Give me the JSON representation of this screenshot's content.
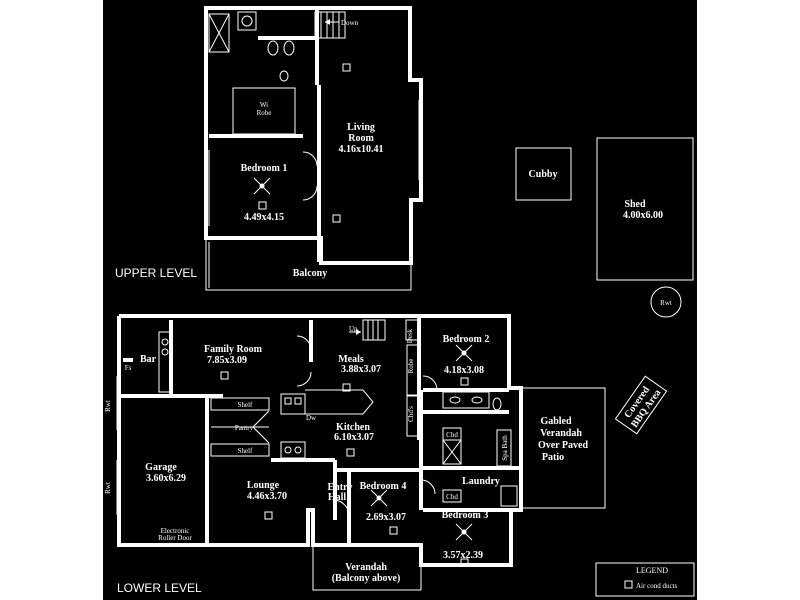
{
  "levels": {
    "upper": "UPPER LEVEL",
    "lower": "LOWER LEVEL"
  },
  "upper": {
    "down": "Down",
    "wi_robe_1": "Wi",
    "wi_robe_2": "Robe",
    "living_name_1": "Living",
    "living_name_2": "Room",
    "living_size": "4.16x10.41",
    "bedroom1_name": "Bedroom 1",
    "bedroom1_size": "4.49x4.15",
    "balcony": "Balcony"
  },
  "outbuildings": {
    "cubby": "Cubby",
    "shed_name": "Shed",
    "shed_size": "4.00x6.00",
    "rwt": "Rwt",
    "bbq_1": "Covered",
    "bbq_2": "BBQ Area"
  },
  "lower": {
    "up": "Up",
    "desk": "Desk",
    "family_name": "Family Room",
    "family_size": "7.85x3.09",
    "bar": "Bar",
    "fs": "Fs",
    "meals_name": "Meals",
    "meals_size": "3.88x3.07",
    "robe": "Robe",
    "bedroom2_name": "Bedroom 2",
    "bedroom2_size": "4.18x3.08",
    "chds": "Chd's",
    "shelf_top": "Shelf",
    "shelf_bottom": "Shelf",
    "pantry": "Pantry",
    "dw": "Dw",
    "kitchen_name": "Kitchen",
    "kitchen_size": "6.10x3.07",
    "cbd_top": "Cbd",
    "cbd_bottom": "Cbd",
    "spa_bath": "Spa Bath",
    "laundry": "Laundry",
    "gabled_1": "Gabled",
    "gabled_2": "Verandah",
    "gabled_3": "Over Paved",
    "gabled_4": "Patio",
    "rwt_top": "Rwt",
    "rwt_bottom": "Rwt",
    "garage_name": "Garage",
    "garage_size": "3.60x6.29",
    "roller_1": "Electronic",
    "roller_2": "Roller Door",
    "lounge_name": "Lounge",
    "lounge_size": "4.46x3.70",
    "entry_1": "Entry",
    "entry_2": "Hall",
    "bedroom4_name": "Bedroom 4",
    "bedroom4_size": "2.69x3.07",
    "bedroom3_name": "Bedroom 3",
    "bedroom3_size": "3.57x2.39",
    "verandah_1": "Verandah",
    "verandah_2": "(Balcony above)"
  },
  "legend": {
    "title": "LEGEND",
    "item": "Air cond ducts"
  },
  "colors": {
    "background": "#000000",
    "lines": "#ffffff",
    "margin": "#ffffff"
  }
}
